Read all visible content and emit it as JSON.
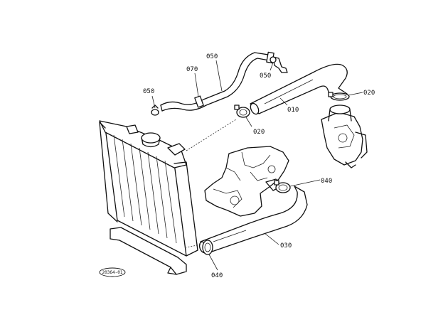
{
  "diagram": {
    "callouts": [
      {
        "id": "c050a",
        "text": "050"
      },
      {
        "id": "c070",
        "text": "070"
      },
      {
        "id": "c050b",
        "text": "050"
      },
      {
        "id": "c050c",
        "text": "050"
      },
      {
        "id": "c020a",
        "text": "020"
      },
      {
        "id": "c010",
        "text": "010"
      },
      {
        "id": "c020b",
        "text": "020"
      },
      {
        "id": "c040a",
        "text": "040"
      },
      {
        "id": "c030",
        "text": "030"
      },
      {
        "id": "c040b",
        "text": "040"
      }
    ],
    "reference_code": "20364-01"
  }
}
